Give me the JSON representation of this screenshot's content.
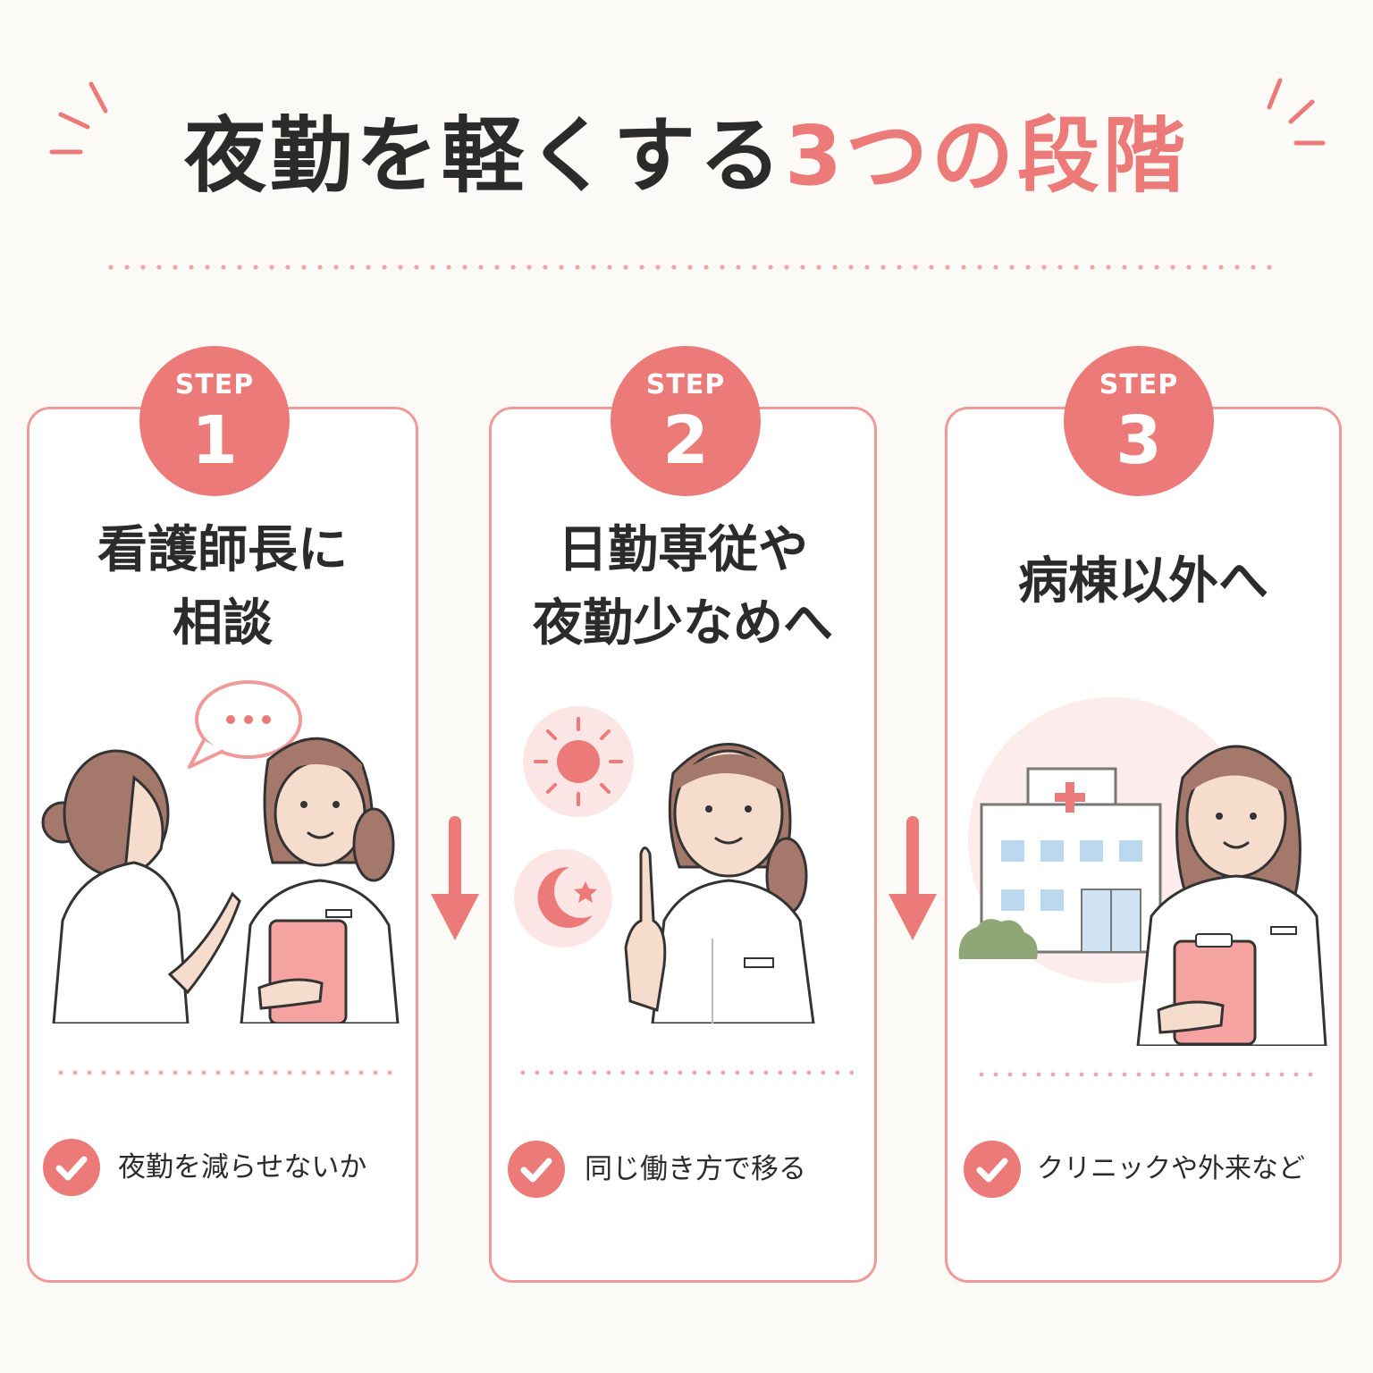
{
  "title": {
    "main": "夜勤を軽くする",
    "accent": "3つの段階"
  },
  "colors": {
    "accent": "#ec7a78",
    "accent_light": "#f6c9c8",
    "text": "#2b2b2b",
    "border": "#ef9a98",
    "background": "#fcfaf6"
  },
  "steps": [
    {
      "step_label": "STEP",
      "number": "1",
      "heading": [
        "看護師長に",
        "相談"
      ],
      "note": "夜勤を減らせないか",
      "icon": "check-icon",
      "illustration": "two-nurses-talking"
    },
    {
      "step_label": "STEP",
      "number": "2",
      "heading": [
        "日勤専従や",
        "夜勤少なめへ"
      ],
      "note": "同じ働き方で移る",
      "icon": "check-icon",
      "illustration": "nurse-with-sun-and-moon"
    },
    {
      "step_label": "STEP",
      "number": "3",
      "heading": [
        "病棟以外へ"
      ],
      "note": "クリニックや外来など",
      "icon": "check-icon",
      "illustration": "nurse-with-clinic-building"
    }
  ],
  "arrows": [
    "arrow-down-icon",
    "arrow-down-icon"
  ]
}
